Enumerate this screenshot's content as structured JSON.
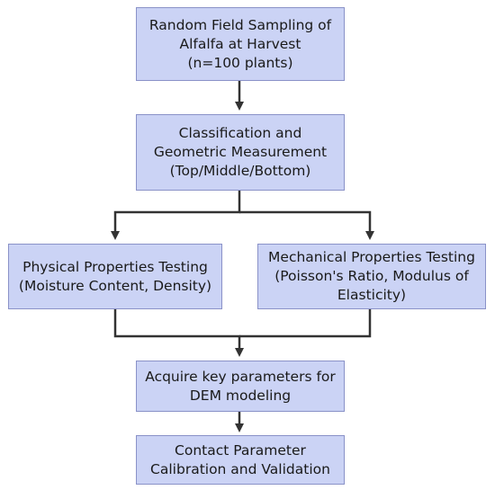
{
  "nodes": {
    "n1": "Random Field Sampling of\nAlfalfa at Harvest\n(n=100 plants)",
    "n2": "Classification and\nGeometric Measurement\n(Top/Middle/Bottom)",
    "n3": "Physical Properties Testing\n(Moisture Content, Density)",
    "n4": "Mechanical Properties Testing\n(Poisson's Ratio, Modulus of\nElasticity)",
    "n5": "Acquire key parameters for\nDEM modeling",
    "n6": "Contact Parameter\nCalibration and Validation"
  },
  "colors": {
    "node_fill": "#cbd3f5",
    "node_border": "#8a92c8",
    "edge": "#333333"
  }
}
